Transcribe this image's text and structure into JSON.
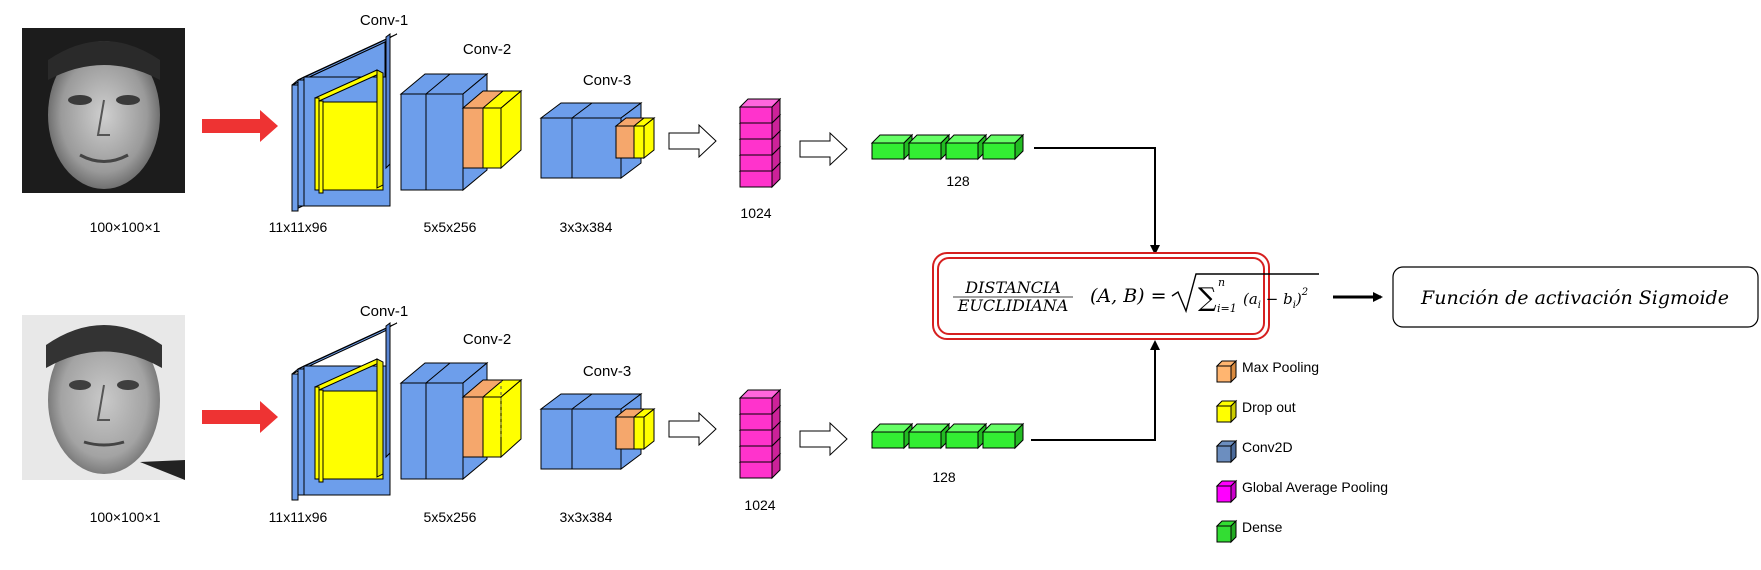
{
  "branches": [
    {
      "input_label": "100×100×1",
      "conv1": {
        "title": "Conv-1",
        "shape": "11x11x96"
      },
      "conv2": {
        "title": "Conv-2",
        "shape": "5x5x256"
      },
      "conv3": {
        "title": "Conv-3",
        "shape": "3x3x384"
      },
      "gap_label": "1024",
      "dense_label": "128"
    },
    {
      "input_label": "100×100×1",
      "conv1": {
        "title": "Conv-1",
        "shape": "11x11x96"
      },
      "conv2": {
        "title": "Conv-2",
        "shape": "5x5x256"
      },
      "conv3": {
        "title": "Conv-3",
        "shape": "3x3x384"
      },
      "gap_label": "1024",
      "dense_label": "128"
    }
  ],
  "distance": {
    "name_line1": "DISTANCIA",
    "name_line2": "EUCLIDIANA",
    "args": "(A, B) =",
    "sum_symbol": "∑",
    "sum_upper": "n",
    "sum_lower": "i=1",
    "term": "(a",
    "term_sub_a": "i",
    "term_minus": " − b",
    "term_sub_b": "i",
    "term_close": ")",
    "exponent": "2"
  },
  "output": {
    "label": "Función de activación Sigmoide"
  },
  "legend": [
    {
      "label": "Max Pooling",
      "color": "#FFB570"
    },
    {
      "label": "Drop out",
      "color": "#FFFF00"
    },
    {
      "label": "Conv2D",
      "color": "#6C8EBF"
    },
    {
      "label": "Global Average Pooling",
      "color": "#FF00FF"
    },
    {
      "label": "Dense",
      "color": "#33DD33"
    }
  ],
  "colors": {
    "conv": "#6D9EEB",
    "dropout": "#FFFF00",
    "maxpool": "#F5A76C",
    "gap": "#FF33CC",
    "dense": "#33EE33",
    "red_arrow": "#EE3333",
    "distance_border": "#D62020"
  }
}
